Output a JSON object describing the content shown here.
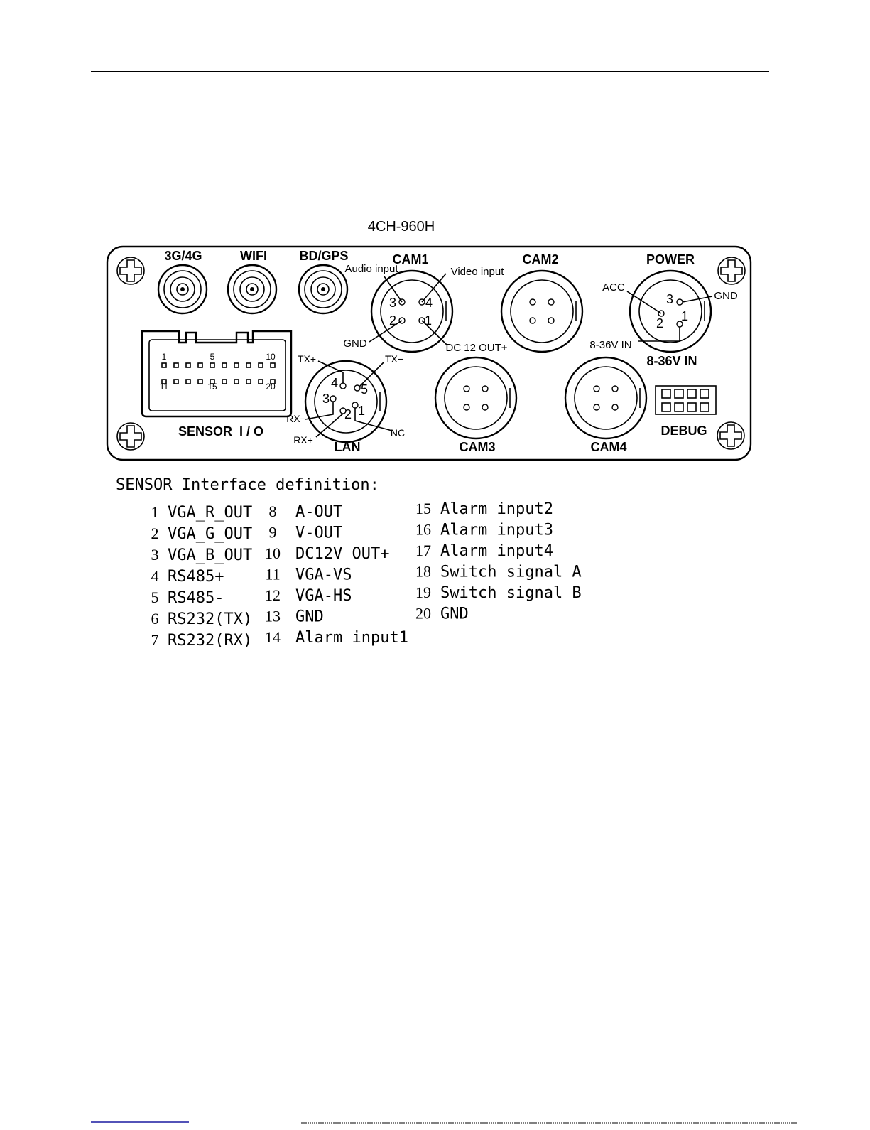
{
  "model_title": "4CH-960H",
  "antennas": [
    {
      "id": "3g4g",
      "label": "3G/4G"
    },
    {
      "id": "wifi",
      "label": "WIFI"
    },
    {
      "id": "bdgps",
      "label": "BD/GPS"
    }
  ],
  "cam1": {
    "label": "CAM1",
    "audio_input": "Audio input",
    "video_input": "Video input",
    "gnd": "GND",
    "dc_out": "DC 12 OUT+",
    "pins": [
      "1",
      "2",
      "3",
      "4"
    ]
  },
  "cam2": {
    "label": "CAM2"
  },
  "cam3": {
    "label": "CAM3"
  },
  "cam4": {
    "label": "CAM4"
  },
  "power": {
    "label": "POWER",
    "acc": "ACC",
    "gnd": "GND",
    "vin": "8-36V IN",
    "sub_label": "8-36V IN",
    "pins": [
      "1",
      "2",
      "3"
    ]
  },
  "lan": {
    "label": "LAN",
    "tx_plus": "TX+",
    "tx_minus": "TX−",
    "rx_minus": "RX−",
    "rx_plus": "RX+",
    "nc": "NC",
    "pins": [
      "1",
      "2",
      "3",
      "4",
      "5"
    ]
  },
  "sensor": {
    "label": "SENSOR  I / O",
    "top_numbers": [
      "1",
      "5",
      "10"
    ],
    "bottom_numbers": [
      "11",
      "15",
      "20"
    ]
  },
  "debug": {
    "label": "DEBUG"
  },
  "definition_title": "SENSOR Interface definition:",
  "pin_definitions": [
    {
      "no": "1",
      "name": "VGA_R_OUT"
    },
    {
      "no": "2",
      "name": "VGA_G_OUT"
    },
    {
      "no": "3",
      "name": "VGA_B_OUT"
    },
    {
      "no": "4",
      "name": "RS485+"
    },
    {
      "no": "5",
      "name": "RS485-"
    },
    {
      "no": "6",
      "name": "RS232(TX)"
    },
    {
      "no": "7",
      "name": "RS232(RX)"
    },
    {
      "no": "8",
      "name": "A-OUT"
    },
    {
      "no": "9",
      "name": "V-OUT"
    },
    {
      "no": "10",
      "name": "DC12V OUT+"
    },
    {
      "no": "11",
      "name": "VGA-VS"
    },
    {
      "no": "12",
      "name": "VGA-HS"
    },
    {
      "no": "13",
      "name": "GND"
    },
    {
      "no": "14",
      "name": "Alarm input1"
    },
    {
      "no": "15",
      "name": "Alarm input2"
    },
    {
      "no": "16",
      "name": "Alarm input3"
    },
    {
      "no": "17",
      "name": "Alarm input4"
    },
    {
      "no": "18",
      "name": "Switch signal A"
    },
    {
      "no": "19",
      "name": "Switch signal B"
    },
    {
      "no": "20",
      "name": "GND"
    }
  ]
}
